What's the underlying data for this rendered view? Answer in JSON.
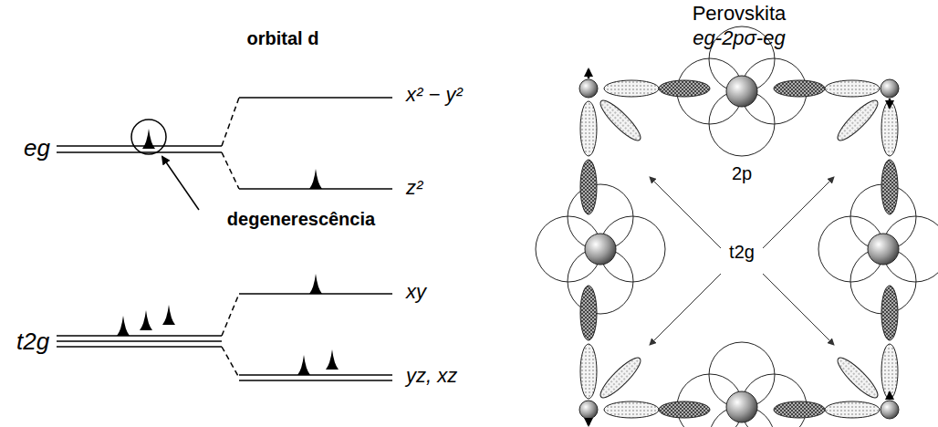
{
  "diagram": {
    "labels": [
      "orbital d",
      "eg",
      "degenerescência",
      "x² − y²",
      "z²",
      "xy",
      "t2g",
      "yz, xz",
      "Perovskita",
      "eg-2pσ-eg",
      "2p",
      "t2g"
    ]
  }
}
